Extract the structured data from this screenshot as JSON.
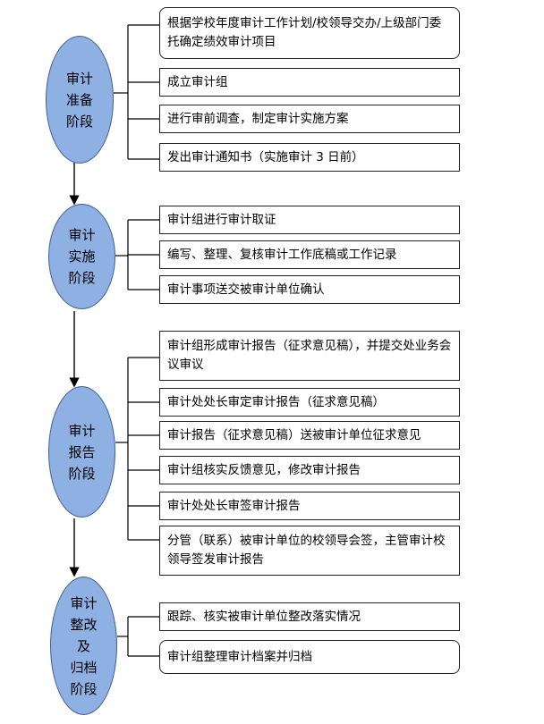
{
  "stages": [
    {
      "lines": [
        "审计",
        "准备",
        "阶段"
      ],
      "steps": [
        "根据学校年度审计工作计划/校领导交办/上级部门委托确定绩效审计项目",
        "成立审计组",
        "进行审前调查，制定审计实施方案",
        "发出审计通知书（实施审计 3 日前）"
      ]
    },
    {
      "lines": [
        "审计",
        "实施",
        "阶段"
      ],
      "steps": [
        "审计组进行审计取证",
        "编写、整理、复核审计工作底稿或工作记录",
        "审计事项送交被审计单位确认"
      ]
    },
    {
      "lines": [
        "审计",
        "报告",
        "阶段"
      ],
      "steps": [
        "审计组形成审计报告（征求意见稿），并提交处业务会议审议",
        "审计处处长审定审计报告（征求意见稿）",
        "审计报告（征求意见稿）送被审计单位征求意见",
        "审计组核实反馈意见，修改审计报告",
        "审计处处长审签审计报告",
        "分管（联系）被审计单位的校领导会签，主管审计校领导签发审计报告"
      ]
    },
    {
      "lines": [
        "审计",
        "整改",
        "及",
        "归档",
        "阶段"
      ],
      "steps": [
        "跟踪、核实被审计单位整改落实情况",
        "审计组整理审计档案并归档"
      ]
    }
  ]
}
